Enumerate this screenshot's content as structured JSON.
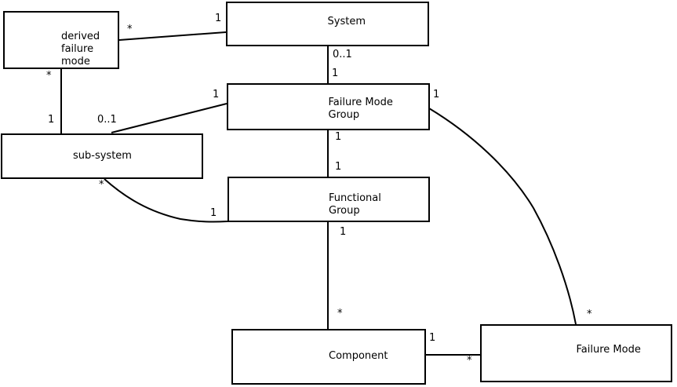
{
  "diagram": {
    "type": "uml-class-association-diagram",
    "colors": {
      "background": "#ffffff",
      "box_fill": "#ffffff",
      "box_border": "#000000",
      "line": "#000000",
      "text": "#000000"
    },
    "nodes": [
      {
        "id": "derived-failure-mode",
        "label": "derived\nfailure\nmode"
      },
      {
        "id": "system",
        "label": "System"
      },
      {
        "id": "failure-mode-group",
        "label": "Failure Mode\nGroup"
      },
      {
        "id": "sub-system",
        "label": "sub-system"
      },
      {
        "id": "functional-group",
        "label": "Functional\nGroup"
      },
      {
        "id": "component",
        "label": "Component"
      },
      {
        "id": "failure-mode",
        "label": "Failure Mode"
      }
    ],
    "edges": [
      {
        "from": "derived failure mode",
        "to": "System",
        "from_multiplicity": "*",
        "to_multiplicity": "1"
      },
      {
        "from": "derived failure mode",
        "to": "sub-system",
        "from_multiplicity": "*",
        "to_multiplicity": "1"
      },
      {
        "from": "System",
        "to": "Failure Mode Group",
        "from_multiplicity": "0..1",
        "to_multiplicity": "1"
      },
      {
        "from": "sub-system",
        "to": "Failure Mode Group",
        "from_multiplicity": "0..1",
        "to_multiplicity": "1"
      },
      {
        "from": "Failure Mode Group",
        "to": "Functional Group",
        "from_multiplicity": "1",
        "to_multiplicity": "1"
      },
      {
        "from": "sub-system",
        "to": "Functional Group",
        "from_multiplicity": "*",
        "to_multiplicity": "1"
      },
      {
        "from": "Functional Group",
        "to": "Component",
        "from_multiplicity": "1",
        "to_multiplicity": "*"
      },
      {
        "from": "Component",
        "to": "Failure Mode",
        "from_multiplicity": "1",
        "to_multiplicity": "*"
      },
      {
        "from": "Failure Mode Group",
        "to": "Failure Mode",
        "from_multiplicity": "1",
        "to_multiplicity": "*"
      }
    ]
  }
}
